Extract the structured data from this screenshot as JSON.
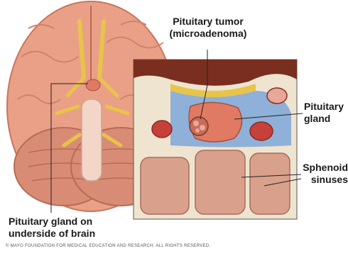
{
  "labels": {
    "pituitary_tumor": "Pituitary tumor\n(microadenoma)",
    "pituitary_tumor_line1": "Pituitary tumor",
    "pituitary_tumor_line2": "(microadenoma)",
    "pituitary_gland_line1": "Pituitary",
    "pituitary_gland_line2": "gland",
    "sphenoid_line1": "Sphenoid",
    "sphenoid_line2": "sinuses",
    "underside_line1": "Pituitary gland on",
    "underside_line2": "underside of brain"
  },
  "copyright": "© MAYO FOUNDATION FOR MEDICAL EDUCATION AND RESEARCH. ALL RIGHTS RESERVED.",
  "colors": {
    "brain": "#e9a087",
    "brain_dark": "#c8755f",
    "nerve": "#e8c44a",
    "gland": "#e07a63",
    "sinus_bg": "#efe4cf",
    "blue_tissue": "#8fb0d8"
  }
}
